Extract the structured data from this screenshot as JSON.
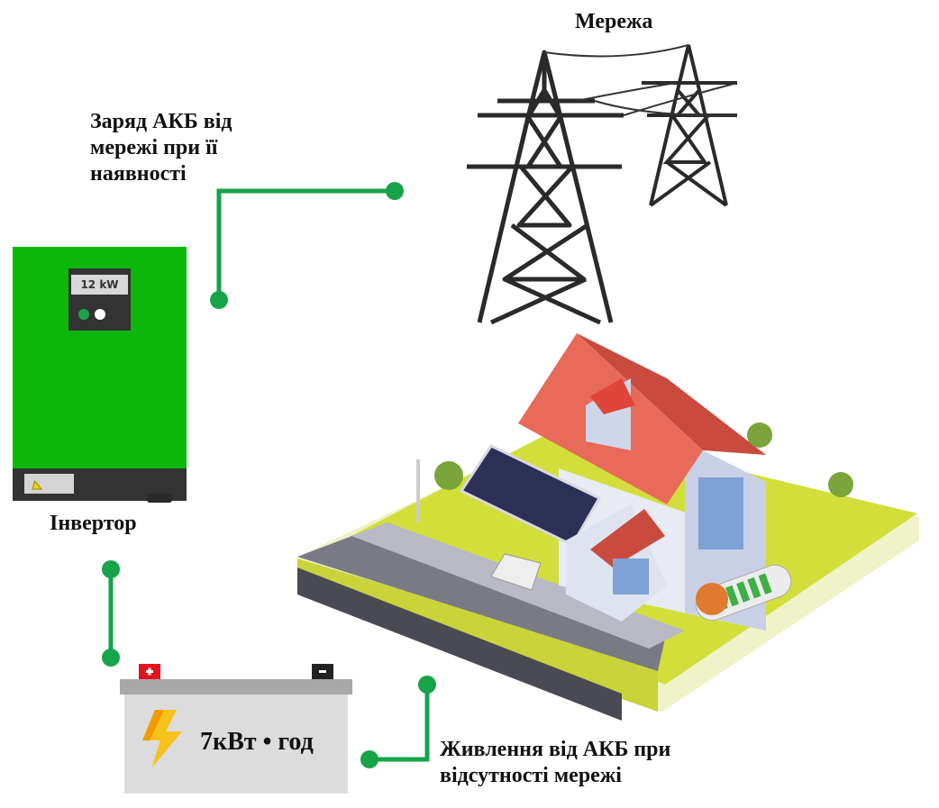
{
  "labels": {
    "grid": "Мережа",
    "charge_from_grid": "Заряд АКБ від мережі при її наявності",
    "inverter": "Інвертор",
    "supply_from_battery": "Живлення від АКБ при відсутності мережі"
  },
  "inverter": {
    "power_display": "12 kW",
    "color": "#0cb80c"
  },
  "battery": {
    "capacity": "7кВт • год",
    "plus": "+",
    "minus": "-"
  },
  "connector_color": "#17a34a"
}
